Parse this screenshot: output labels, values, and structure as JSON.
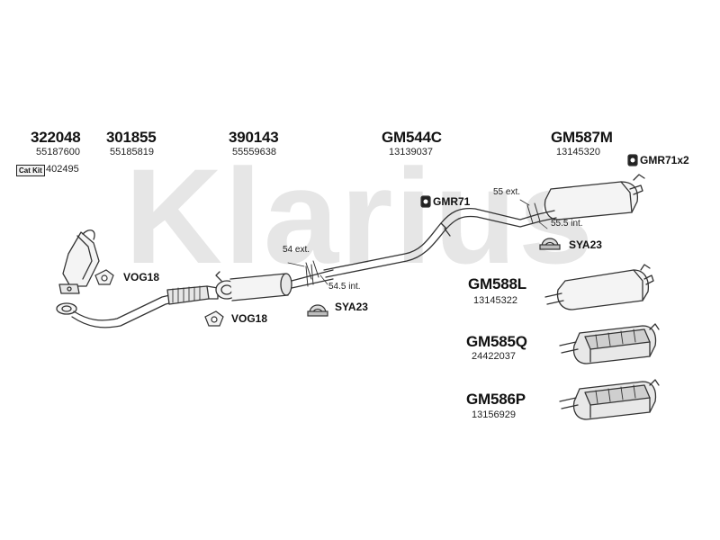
{
  "watermark": {
    "text": "Klarius",
    "color": "#e6e6e6"
  },
  "colors": {
    "line": "#333333",
    "part_fill": "#f4f4f4",
    "shade": "#bdbdbd"
  },
  "parts": [
    {
      "code": "322048",
      "oem": "55187600"
    },
    {
      "code": "301855",
      "oem": "55185819"
    },
    {
      "code": "390143",
      "oem": "55559638"
    },
    {
      "code": "GM544C",
      "oem": "13139037"
    },
    {
      "code": "GM587M",
      "oem": "13145320"
    },
    {
      "code": "GM588L",
      "oem": "13145322"
    },
    {
      "code": "GM585Q",
      "oem": "24422037"
    },
    {
      "code": "GM586P",
      "oem": "13156929"
    }
  ],
  "cat_kit": {
    "badge": "Cat Kit",
    "number": "402495"
  },
  "fittings": {
    "vog18_a": "VOG18",
    "vog18_b": "VOG18",
    "gmr71": "GMR71",
    "gmr71x2": "GMR71x2",
    "sya23_a": "SYA23",
    "sya23_b": "SYA23"
  },
  "dimensions": {
    "ext_54": "54 ext.",
    "int_54_5": "54.5 int.",
    "ext_55": "55 ext.",
    "int_55_5": "55.5 int."
  }
}
